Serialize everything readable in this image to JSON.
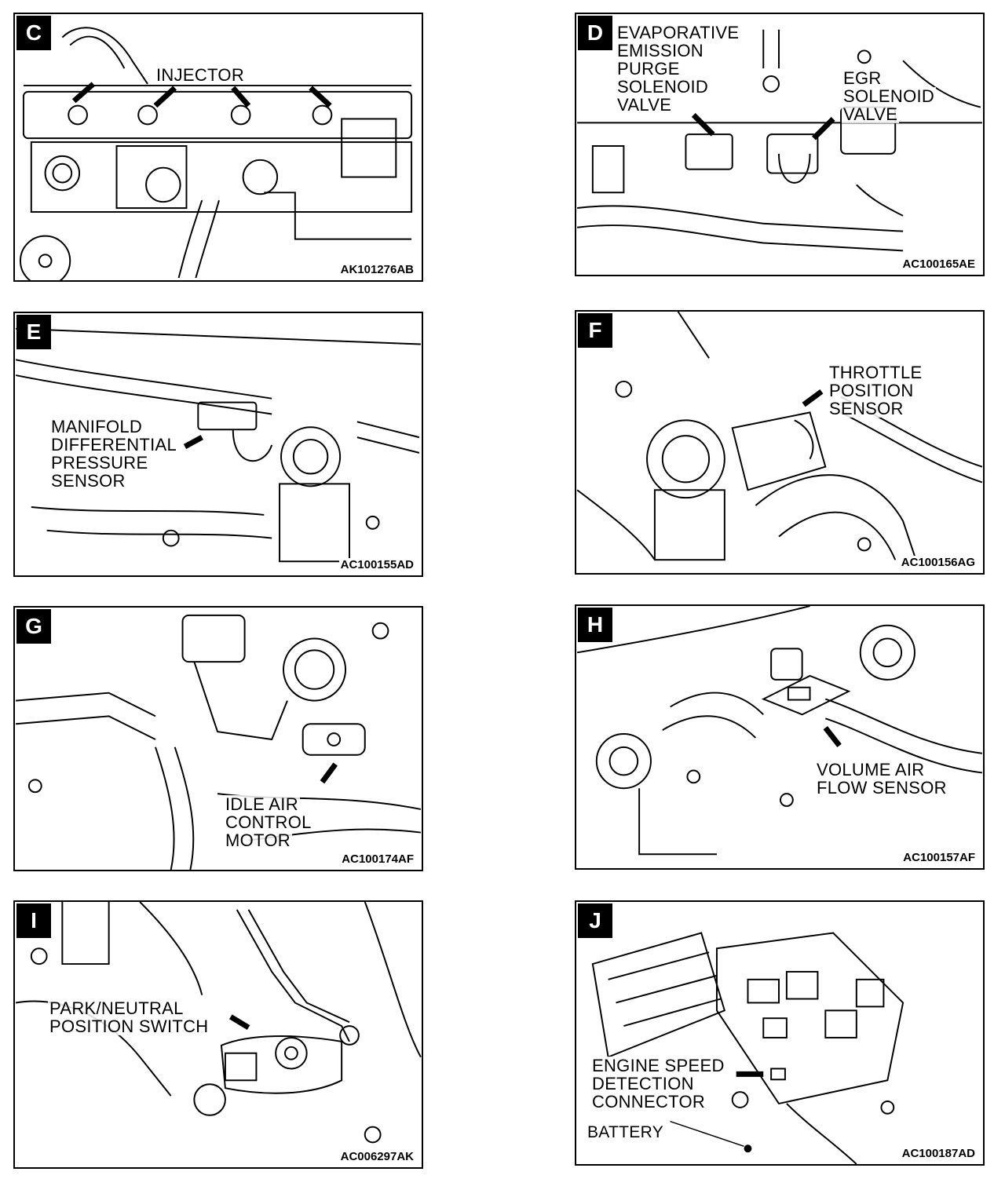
{
  "panels": [
    {
      "id": "c",
      "badge": "C",
      "code": "AK101276AB",
      "labels": [
        "INJECTOR"
      ]
    },
    {
      "id": "d",
      "badge": "D",
      "code": "AC100165AE",
      "labels": [
        "EVAPORATIVE",
        "EMISSION",
        "PURGE",
        "SOLENOID",
        "VALVE",
        "EGR",
        "SOLENOID",
        "VALVE"
      ]
    },
    {
      "id": "e",
      "badge": "E",
      "code": "AC100155AD",
      "labels": [
        "MANIFOLD",
        "DIFFERENTIAL",
        "PRESSURE",
        "SENSOR"
      ]
    },
    {
      "id": "f",
      "badge": "F",
      "code": "AC100156AG",
      "labels": [
        "THROTTLE",
        "POSITION",
        "SENSOR"
      ]
    },
    {
      "id": "g",
      "badge": "G",
      "code": "AC100174AF",
      "labels": [
        "IDLE AIR",
        "CONTROL",
        "MOTOR"
      ]
    },
    {
      "id": "h",
      "badge": "H",
      "code": "AC100157AF",
      "labels": [
        "VOLUME AIR",
        "FLOW SENSOR"
      ]
    },
    {
      "id": "i",
      "badge": "I",
      "code": "AC006297AK",
      "labels": [
        "PARK/NEUTRAL",
        "POSITION SWITCH"
      ]
    },
    {
      "id": "j",
      "badge": "J",
      "code": "AC100187AD",
      "labels": [
        "ENGINE SPEED",
        "DETECTION",
        "CONNECTOR",
        "BATTERY"
      ]
    }
  ]
}
